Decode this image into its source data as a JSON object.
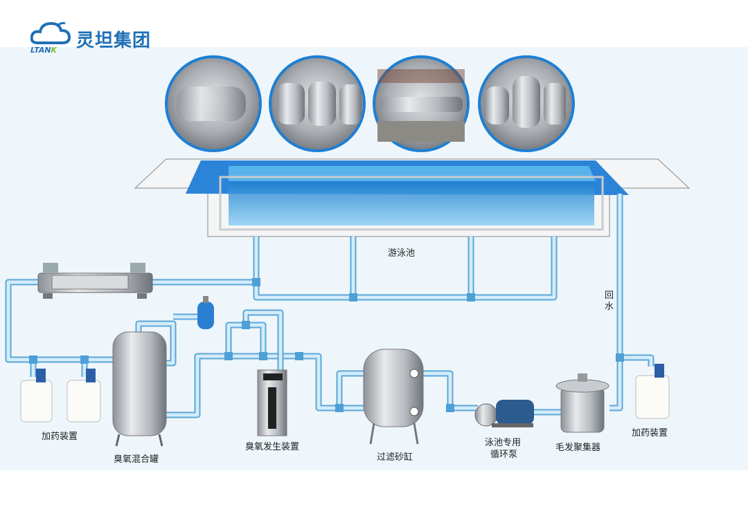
{
  "brand": {
    "name": "灵坦集团",
    "mark": "LTANK"
  },
  "labels": {
    "pool": "游泳池",
    "return_water": "回水",
    "dosing_left": "加药装置",
    "dosing_right": "加药装置",
    "ozone_mixing_tank": "臭氧混合罐",
    "ozone_generator": "臭氧发生装置",
    "sand_filter": "过滤砂缸",
    "pump_line1": "泳池专用",
    "pump_line2": "循环泵",
    "hair_collector": "毛发聚集器"
  },
  "colors": {
    "pipe": "#5aa6d8",
    "pipe_fill": "#d4ecf9",
    "brand": "#1f6fb6",
    "panel": "#eef6fb"
  }
}
